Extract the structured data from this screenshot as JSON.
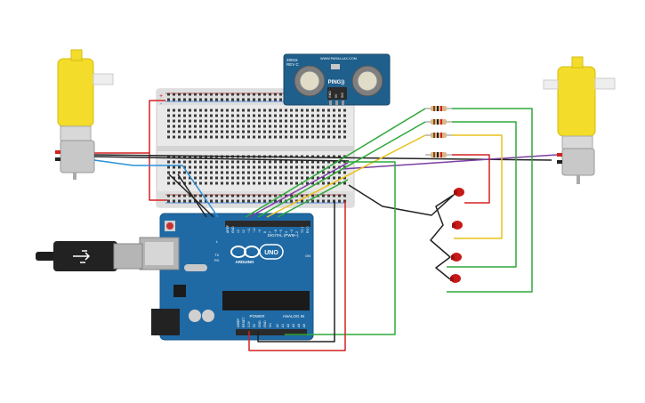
{
  "colors": {
    "board": "#1f6aa5",
    "board_dark": "#17578a",
    "breadboard": "#e8e8e8",
    "motor_yellow": "#f3dc2a",
    "sensor": "#1f5f8b",
    "wire_red": "#d42020",
    "wire_black": "#222222",
    "wire_green": "#2fa83a",
    "wire_yellow": "#e8c21a",
    "wire_purple": "#7b3fa0",
    "wire_blue": "#2a8fd6",
    "led_red": "#c81818",
    "resistor": "#d9b98a"
  },
  "arduino": {
    "logo_text": "ARDUINO",
    "model": "UNO",
    "digital_label": "DIGITAL (PWM~)",
    "power_label": "POWER",
    "analog_label": "ANALOG IN",
    "l_label": "L",
    "tx_label": "TX",
    "rx_label": "RX",
    "on_label": "ON",
    "digital_pins": [
      "AREF",
      "GND",
      "13",
      "12",
      "~11",
      "~10",
      "~9",
      "8",
      "7",
      "~6",
      "~5",
      "4",
      "~3",
      "2",
      "TX 1",
      "RX 0"
    ],
    "power_pins": [
      "IOREF",
      "RESET",
      "3.3V",
      "5V",
      "GND",
      "GND",
      "Vin"
    ],
    "analog_pins": [
      "A0",
      "A1",
      "A2",
      "A3",
      "A4",
      "A5"
    ]
  },
  "sensor": {
    "model": "PING))",
    "line1": "28015",
    "line2": "REV C",
    "url": "WWW.PARALLAX.COM",
    "pins": [
      "GND",
      "5V",
      "SIG"
    ]
  },
  "breadboard": {
    "plus": "+",
    "minus": "-"
  }
}
